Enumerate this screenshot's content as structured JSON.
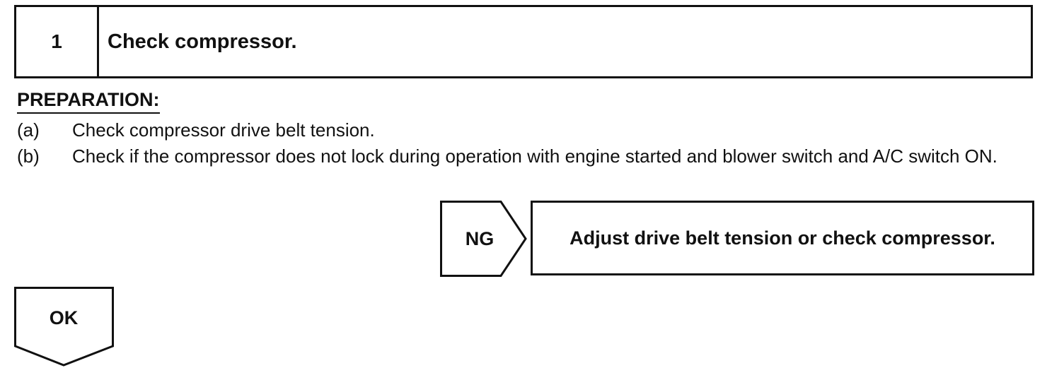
{
  "step": {
    "number": "1",
    "title": "Check compressor."
  },
  "preparation": {
    "heading": "PREPARATION:",
    "items": [
      {
        "marker": "(a)",
        "text": "Check compressor drive belt tension."
      },
      {
        "marker": "(b)",
        "text": "Check if the compressor does not lock during operation with engine started and blower switch and A/C switch ON."
      }
    ]
  },
  "result_ng": {
    "label": "NG",
    "action": "Adjust drive belt tension or check compressor."
  },
  "result_ok": {
    "label": "OK"
  }
}
